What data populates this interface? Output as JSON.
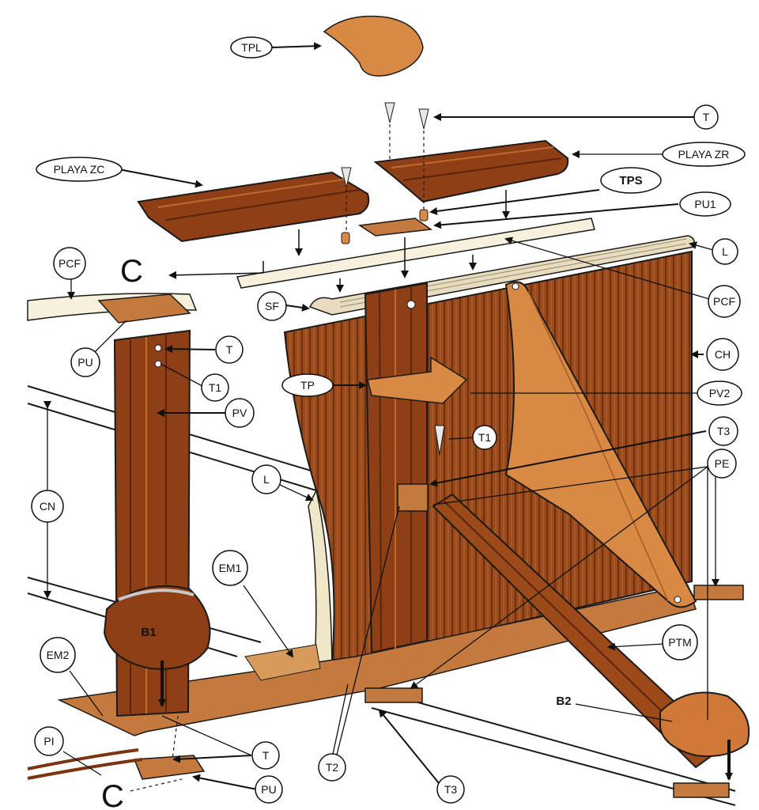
{
  "labels": {
    "tpl": "TPL",
    "t_top": "T",
    "playa_zr": "PLAYA ZR",
    "playa_zc": "PLAYA ZC",
    "tps": "TPS",
    "pu1": "PU1",
    "l_top": "L",
    "pcf_left": "PCF",
    "pcf_right": "PCF",
    "c_top": "C",
    "sf": "SF",
    "pu_top": "PU",
    "t_mid": "T",
    "t1_left": "T1",
    "pv": "PV",
    "ch": "CH",
    "tp": "TP",
    "pv2": "PV2",
    "t1_mid": "T1",
    "t3_right": "T3",
    "pe": "PE",
    "cn": "CN",
    "l_left": "L",
    "em1": "EM1",
    "b1": "B1",
    "em2": "EM2",
    "ptm": "PTM",
    "b2": "B2",
    "pi": "PI",
    "t_bottom": "T",
    "t2": "T2",
    "t3_bottom": "T3",
    "pu_bottom": "PU",
    "c_bottom": "C"
  },
  "colors": {
    "wood_dark": "#8a3e14",
    "wood_mid": "#a65420",
    "wood_light": "#c96f35",
    "tan": "#d88a45",
    "cream": "#f0e6c8",
    "stroke": "#1a1a1a"
  }
}
